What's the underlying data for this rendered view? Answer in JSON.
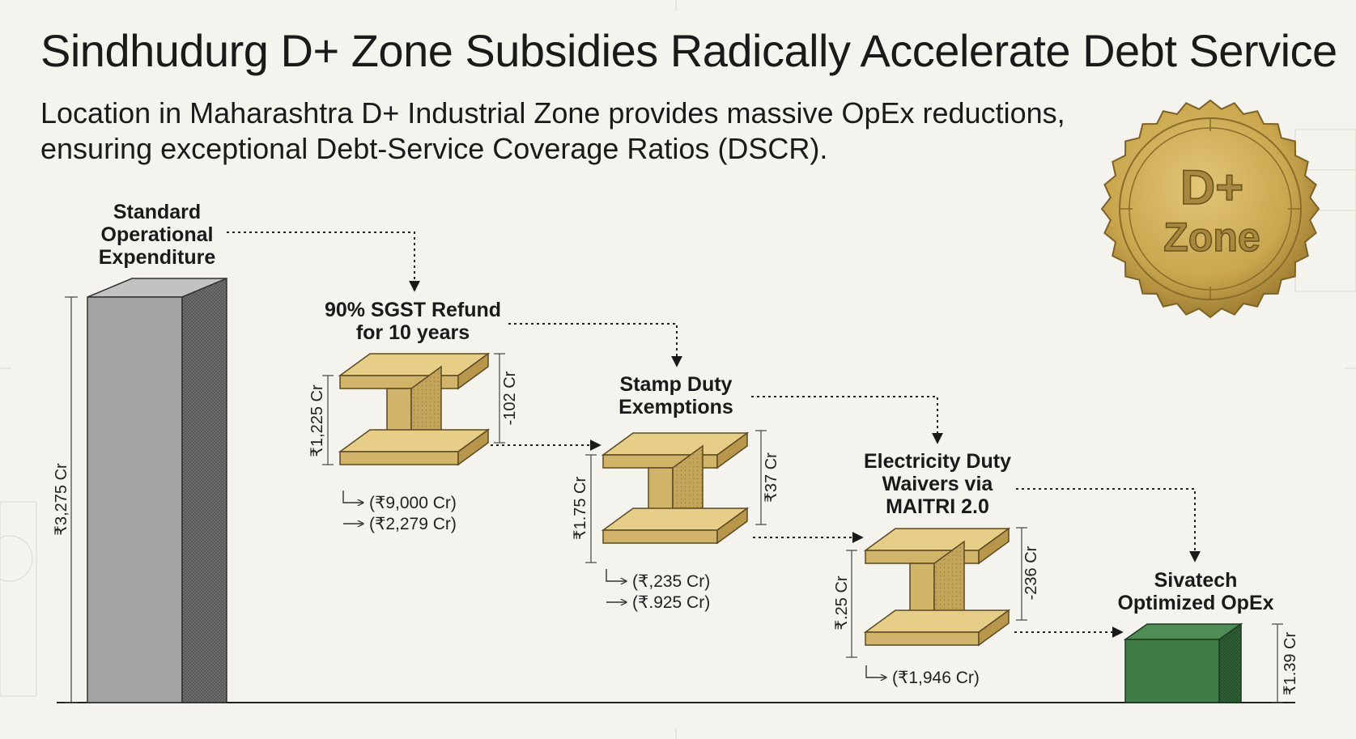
{
  "title": "Sindhudurg D+ Zone Subsidies Radically Accelerate Debt Service",
  "subtitle_lines": [
    "Location in Maharashtra D+ Industrial Zone provides massive OpEx reductions,",
    "ensuring exceptional Debt-Service Coverage Ratios (DSCR)."
  ],
  "seal": {
    "line1": "D+",
    "line2": "Zone"
  },
  "steps": [
    {
      "label_lines": [
        "Standard",
        "Operational",
        "Expenditure"
      ],
      "height_label": "₹3,275 Cr"
    },
    {
      "label_lines": [
        "90% SGST Refund",
        "for 10 years"
      ],
      "height_label": "₹1,225 Cr",
      "delta_label": "-102 Cr",
      "notes": [
        "(₹9,000 Cr)",
        "(₹2,279 Cr)"
      ]
    },
    {
      "label_lines": [
        "Stamp Duty",
        "Exemptions"
      ],
      "height_label": "₹1.75 Cr",
      "delta_label": "₹37 Cr",
      "notes": [
        "(₹,235 Cr)",
        "(₹.925 Cr)"
      ]
    },
    {
      "label_lines": [
        "Electricity Duty",
        "Waivers via",
        "MAITRI 2.0"
      ],
      "height_label": "₹.25 Cr",
      "delta_label": "-236 Cr",
      "notes": [
        "(₹1,946 Cr)"
      ]
    },
    {
      "label_lines": [
        "Sivatech",
        "Optimized OpEx"
      ],
      "height_label": "₹1.39 Cr"
    }
  ],
  "colors": {
    "background": "#f4f3ed",
    "grey_bar": "#a3a3a3",
    "beam_gold": "#d1b46a",
    "green_block": "#3e7a46",
    "seal_gold": "#c9a64e"
  }
}
